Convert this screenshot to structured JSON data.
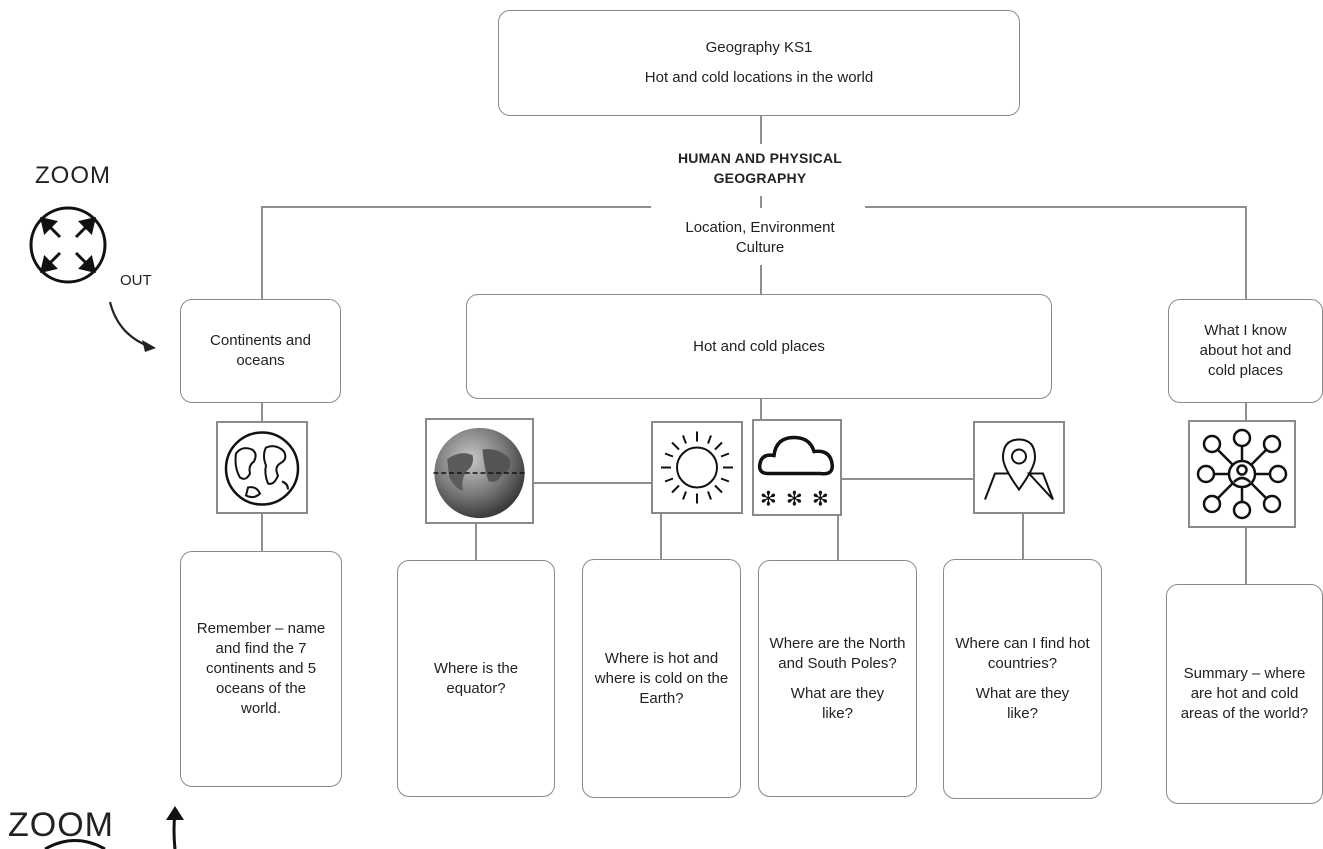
{
  "title_box": {
    "line1": "Geography KS1",
    "line2": "Hot and cold locations in the world"
  },
  "theme": {
    "heading_line1": "HUMAN AND PHYSICAL",
    "heading_line2": "GEOGRAPHY",
    "concepts_line1": "Location, Environment",
    "concepts_line2": "Culture"
  },
  "zoom": {
    "top_label": "ZOOM",
    "out_label": "OUT",
    "bottom_label": "ZOOM"
  },
  "topics": {
    "continents": "Continents and oceans",
    "hot_cold": "Hot and cold places",
    "what_i_know": "What I know about hot and cold places"
  },
  "lessons": [
    {
      "text": "Remember – name and find the 7 continents and 5 oceans of the world.",
      "icon": "globe-map-icon"
    },
    {
      "text": "Where is the equator?",
      "icon": "earth-equator-icon"
    },
    {
      "text": "Where is hot and where is cold on the Earth?",
      "icon": "sun-icon"
    },
    {
      "text": "Where are the North and South Poles?",
      "text2": "What are they like?",
      "icon": "snow-cloud-icon"
    },
    {
      "text": "Where can I find hot countries?",
      "text2": "What are they like?",
      "icon": "map-pin-icon"
    },
    {
      "text": "Summary – where are hot and cold areas of the world?",
      "icon": "network-icon"
    }
  ]
}
